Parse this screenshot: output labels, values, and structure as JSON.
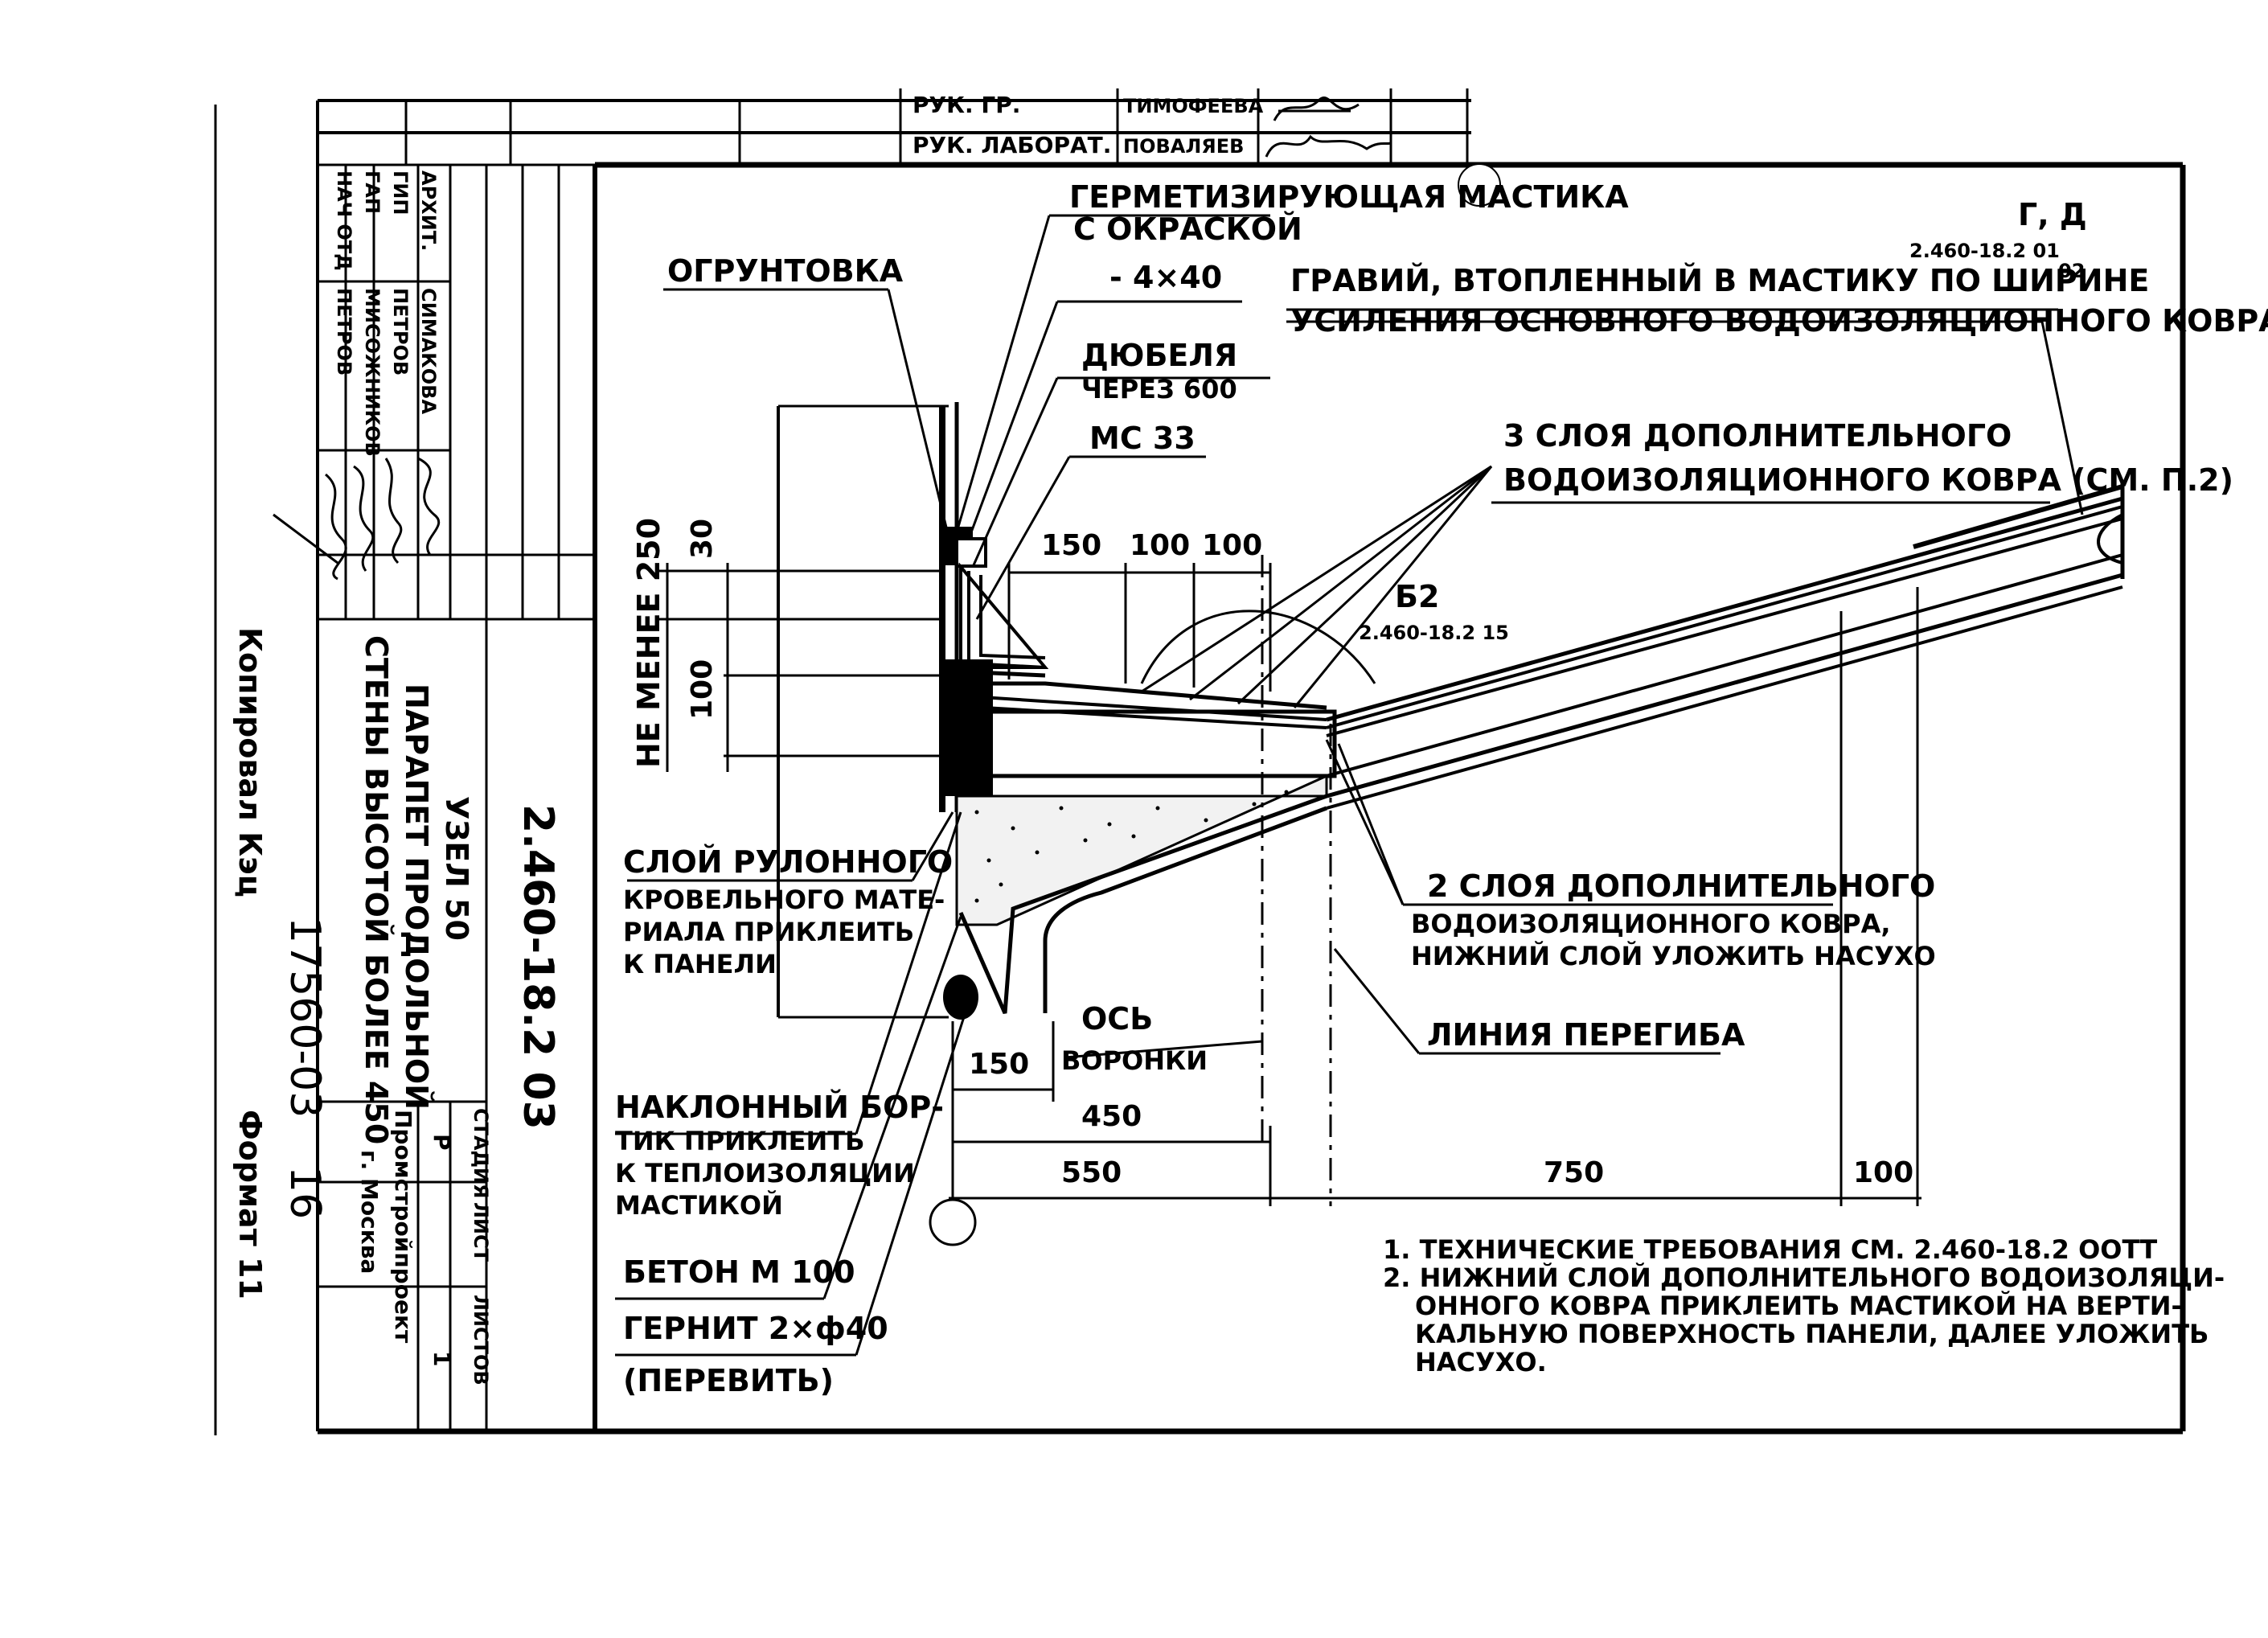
{
  "approval_rows": [
    {
      "role": "РУК. ГР.",
      "name": "ТИМОФЕЕВА"
    },
    {
      "role": "РУК. ЛАБОРАТ.",
      "name": "ПОВАЛЯЕВ"
    }
  ],
  "signatories": [
    {
      "role": "АРХИТ.",
      "name": "СИМАКОВА"
    },
    {
      "role": "ГИП",
      "name": "ПЕТРОВ"
    },
    {
      "role": "ГАП",
      "name": "МИСОЖНИКОВ"
    },
    {
      "role": "НАЧ ОТД",
      "name": "ПЕТРОВ"
    }
  ],
  "title_block": {
    "doc_code": "2.460-18.2 03",
    "title_line1": "УЗЕЛ 50",
    "title_line2": "ПАРАПЕТ ПРОДОЛЬНОЙ",
    "title_line3": "СТЕНЫ ВЫСОТОЙ БОЛЕЕ 450",
    "stage_header": "СТАДИЯ",
    "stage_value": "Р",
    "sheet_header": "ЛИСТ",
    "sheets_header": "ЛИСТОВ",
    "sheets_value": "1",
    "org_line1": "Промстройпроект",
    "org_line2": "г. Москва"
  },
  "margin": {
    "copied_by": "Копировал Кэц",
    "inventory": "17560-03",
    "sheet_no": "16",
    "format": "Формат 11"
  },
  "callouts": {
    "sealant_line1": "ГЕРМЕТИЗИРУЮЩАЯ МАСТИКА",
    "sealant_line2": "С ОКРАСКОЙ",
    "strip": "- 4×40",
    "primer": "ОГРУНТОВКА",
    "dowels_line1": "ДЮБЕЛЯ",
    "dowels_line2": "ЧЕРЕЗ 600",
    "ms33": "МС 33",
    "gravel_line1": "ГРАВИЙ, ВТОПЛЕННЫЙ В МАСТИКУ ПО ШИРИНЕ",
    "gravel_line2": "УСИЛЕНИЯ ОСНОВНОГО ВОДОИЗОЛЯЦИОННОГО КОВРА",
    "ref_gd_mark": "Г, Д",
    "ref_gd_code": "2.460-18.2 01",
    "ref_gd_sheet": "02",
    "three_layers_line1": "3 СЛОЯ ДОПОЛНИТЕЛЬНОГО",
    "three_layers_line2": "ВОДОИЗОЛЯЦИОННОГО КОВРА (СМ. П.2)",
    "ref_b2_mark": "Б2",
    "ref_b2_code": "2.460-18.2 15",
    "roll_layer_line1": "СЛОЙ РУЛОННОГО",
    "roll_layer_line2": "КРОВЕЛЬНОГО МАТЕ-",
    "roll_layer_line3": "РИАЛА ПРИКЛЕИТЬ",
    "roll_layer_line4": "К ПАНЕЛИ",
    "two_layers_line1": "2 СЛОЯ ДОПОЛНИТЕЛЬНОГО",
    "two_layers_line2": "ВОДОИЗОЛЯЦИОННОГО КОВРА,",
    "two_layers_line3": "НИЖНИЙ СЛОЙ УЛОЖИТЬ НАСУХО",
    "funnel_axis_line1": "ОСЬ",
    "funnel_axis_line2": "ВОРОНКИ",
    "bend_line": "ЛИНИЯ ПЕРЕГИБА",
    "fillet_line1": "НАКЛОННЫЙ БОР-",
    "fillet_line2": "ТИК ПРИКЛЕИТЬ",
    "fillet_line3": "К ТЕПЛОИЗОЛЯЦИИ",
    "fillet_line4": "МАСТИКОЙ",
    "concrete": "БЕТОН М 100",
    "gernit": "ГЕРНИТ 2×ф40",
    "twist": "(ПЕРЕВИТЬ)"
  },
  "dimensions": {
    "d150_top": "150",
    "d100_a": "100",
    "d100_b": "100",
    "d30": "30",
    "d100_v": "100",
    "not_less": "НЕ МЕНЕЕ 250",
    "d150_bottom": "150",
    "d450": "450",
    "d550": "550",
    "d750": "750",
    "d100_right": "100"
  },
  "notes": [
    "1. ТЕХНИЧЕСКИЕ ТРЕБОВАНИЯ СМ. 2.460-18.2 ООТТ",
    "2. НИЖНИЙ СЛОЙ ДОПОЛНИТЕЛЬНОГО ВОДОИЗОЛЯЦИ-",
    "ОННОГО КОВРА ПРИКЛЕИТЬ МАСТИКОЙ НА ВЕРТИ-",
    "КАЛЬНУЮ ПОВЕРХНОСТЬ ПАНЕЛИ, ДАЛЕЕ УЛОЖИТЬ",
    "НАСУХО."
  ]
}
